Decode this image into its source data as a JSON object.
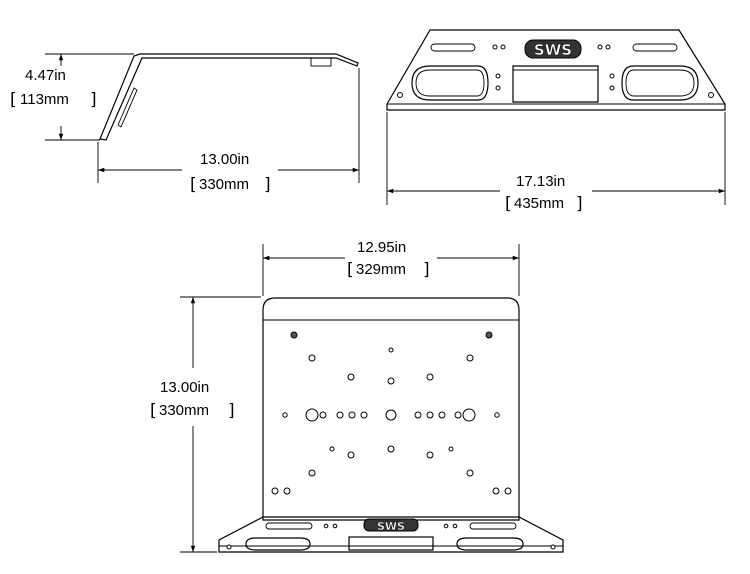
{
  "side_view": {
    "height_in": "4.47in",
    "height_mm": "113mm",
    "width_in": "13.00in",
    "width_mm": "330mm"
  },
  "front_view": {
    "logo": "SWS",
    "width_in": "17.13in",
    "width_mm": "435mm"
  },
  "top_view": {
    "logo": "SWS",
    "width_in": "12.95in",
    "width_mm": "329mm",
    "height_in": "13.00in",
    "height_mm": "330mm"
  }
}
